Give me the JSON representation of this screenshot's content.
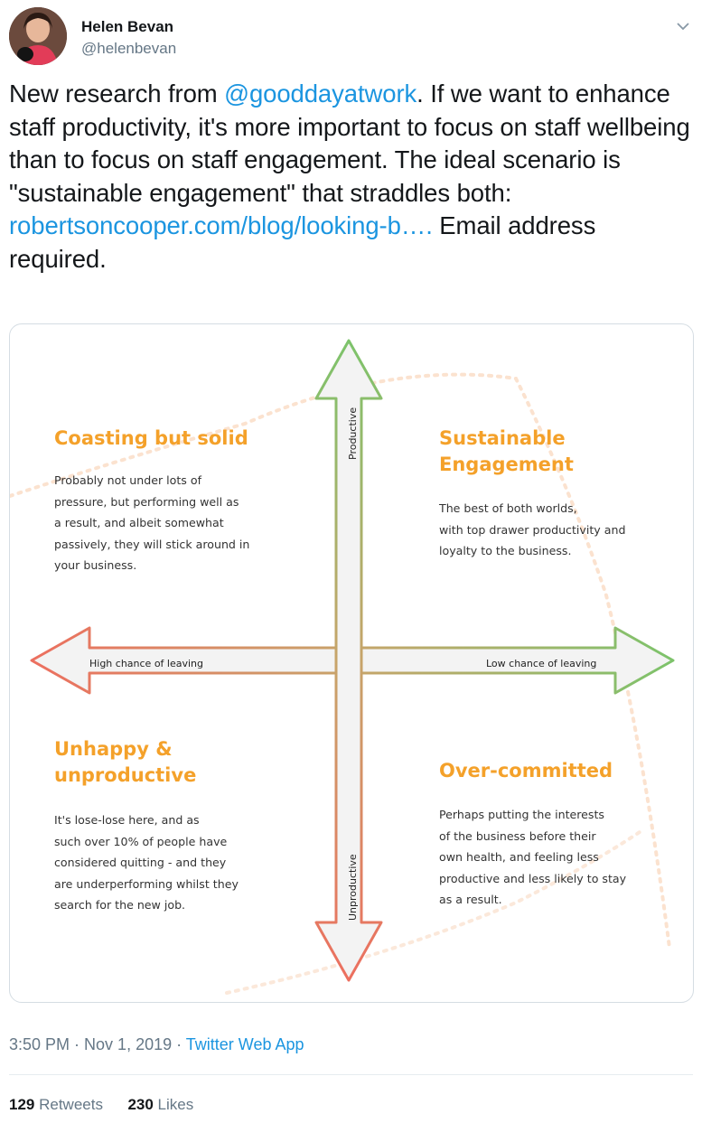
{
  "author": {
    "name": "Helen Bevan",
    "handle": "@helenbevan",
    "avatar_icon": "profile-photo-icon"
  },
  "tweet": {
    "text_1": "New research from ",
    "mention": "@gooddayatwork",
    "text_2": ". If we want to enhance staff productivity, it's more important to focus on staff wellbeing than to focus on staff engagement. The ideal scenario is \"sustainable engagement\" that straddles both: ",
    "link": "robertsoncooper.com/blog/looking-b….",
    "text_3": " Email address required."
  },
  "image": {
    "axis_top": "Productive",
    "axis_bottom": "Unproductive",
    "axis_left": "High chance of leaving",
    "axis_right": "Low chance of leaving",
    "quadrants": {
      "top_left": {
        "title": "Coasting but solid",
        "lines": [
          "Probably not under lots of",
          "pressure, but performing well as",
          "a result, and albeit somewhat",
          "passively, they will stick around in",
          "your business."
        ]
      },
      "top_right": {
        "title_lines": [
          "Sustainable",
          "Engagement"
        ],
        "lines": [
          "The best of both worlds,",
          "with top drawer productivity and",
          "loyalty to the business."
        ]
      },
      "bottom_left": {
        "title_lines": [
          "Unhappy &",
          "unproductive"
        ],
        "lines": [
          "It's lose-lose here, and as",
          "such over 10% of people have",
          "considered quitting - and they",
          "are underperforming whilst they",
          "search for the new job."
        ]
      },
      "bottom_right": {
        "title": "Over-committed",
        "lines": [
          "Perhaps putting the interests",
          "of the business before their",
          "own health, and feeling less",
          "productive and less likely to stay",
          "as a result."
        ]
      }
    },
    "colors": {
      "title_orange": "#f4a12a",
      "arrow_green": "#7dc36b",
      "arrow_red": "#ec6f5f"
    }
  },
  "meta": {
    "time": "3:50 PM",
    "sep": " · ",
    "date": "Nov 1, 2019",
    "sep2": " · ",
    "app": "Twitter Web App"
  },
  "stats": {
    "retweets_count": "129",
    "retweets_label": " Retweets",
    "likes_count": "230",
    "likes_label": " Likes"
  },
  "menu_icon": "chevron-down-icon"
}
